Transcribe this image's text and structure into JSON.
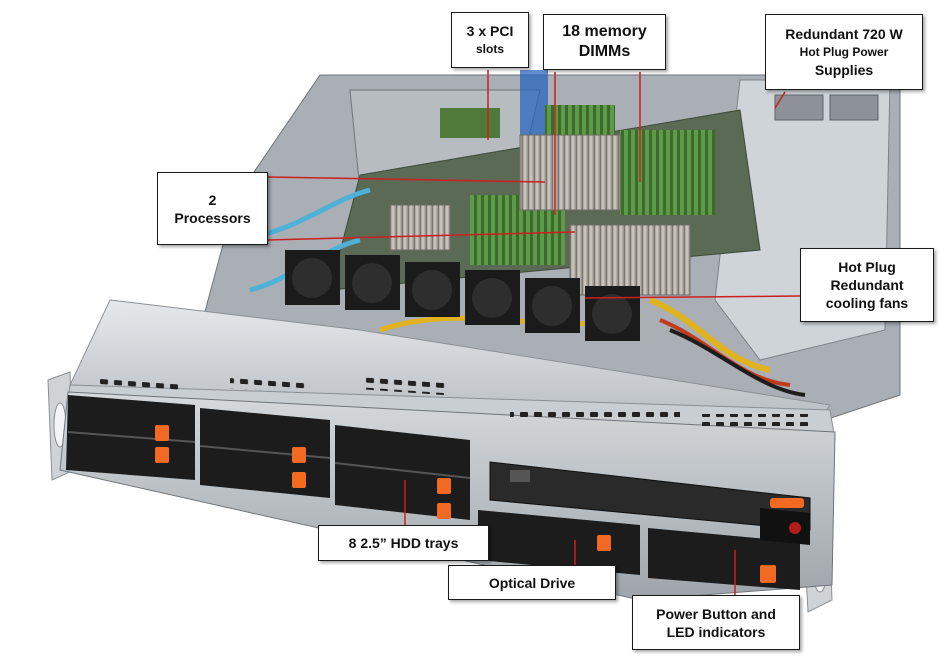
{
  "callouts": {
    "pci": {
      "line1": "3 x PCI",
      "line2": "slots"
    },
    "memory": {
      "line1": "18 memory",
      "line2": "DIMMs"
    },
    "psu": {
      "line1": "Redundant 720 W",
      "line2": "Hot Plug Power",
      "line3": "Supplies"
    },
    "processors": {
      "line1": "2",
      "line2": "Processors"
    },
    "fans": {
      "line1": "Hot Plug",
      "line2": "Redundant",
      "line3": "cooling fans"
    },
    "hdd": {
      "line1": "8 2.5” HDD trays"
    },
    "optical": {
      "line1": "Optical Drive"
    },
    "power": {
      "line1": "Power Button and",
      "line2": "LED indicators"
    }
  },
  "colors": {
    "leader": "#cc1f1f",
    "chassis_light": "#d9dde0",
    "chassis_dark": "#1c1c1c",
    "tray_tab": "#f26a21",
    "dimm_green": "#4f8a3c",
    "heatsink": "#b7b2aa",
    "cable_blue": "#4fb0d8",
    "cable_yellow": "#e0b21e"
  }
}
